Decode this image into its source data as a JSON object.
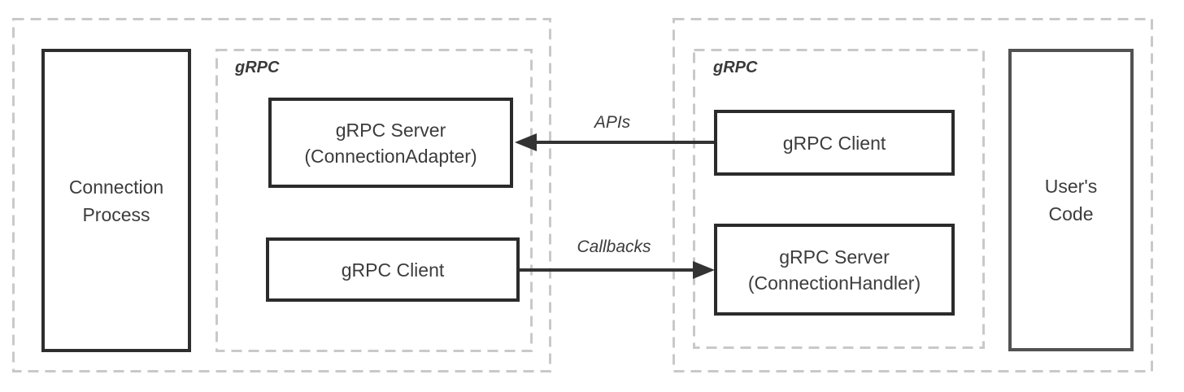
{
  "diagram": {
    "type": "architecture-diagram",
    "colors": {
      "solid_box_border": "#2e2e2e",
      "inner_box_border": "#2b2b2b",
      "users_code_border": "#525252",
      "dashed_group_border": "#c9c9c9",
      "arrow": "#333333",
      "text": "#3c3c3c",
      "background": "#ffffff"
    },
    "left_section": {
      "process_box": {
        "label": "Connection\nProcess"
      },
      "grpc_group": {
        "label": "gRPC",
        "server_box": {
          "label": "gRPC Server\n(ConnectionAdapter)"
        },
        "client_box": {
          "label": "gRPC Client"
        }
      }
    },
    "right_section": {
      "grpc_group": {
        "label": "gRPC",
        "client_box": {
          "label": "gRPC Client"
        },
        "server_box": {
          "label": "gRPC Server\n(ConnectionHandler)"
        }
      },
      "users_code_box": {
        "label": "User's\nCode"
      }
    },
    "arrows": {
      "apis": {
        "label": "APIs",
        "direction": "left",
        "from": "right gRPC Client",
        "to": "left gRPC Server (ConnectionAdapter)"
      },
      "callbacks": {
        "label": "Callbacks",
        "direction": "right",
        "from": "left gRPC Client",
        "to": "right gRPC Server (ConnectionHandler)"
      }
    }
  }
}
